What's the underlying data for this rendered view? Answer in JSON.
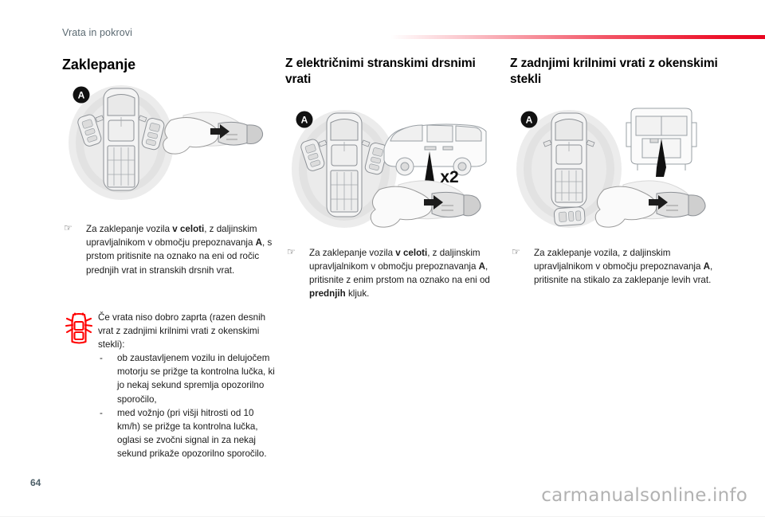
{
  "header": {
    "breadcrumb": "Vrata in pokrovi",
    "rule_color": "#ed122a"
  },
  "columns": {
    "left": {
      "title": "Zaklepanje",
      "figure": {
        "badge": "A",
        "name": "top-view-vehicle-with-two-key-fobs-and-hand-on-door-handle"
      },
      "bullet_icon": "☞",
      "paragraph": {
        "p1": "Za zaklepanje vozila ",
        "b1": "v celoti",
        "p2": ", z daljinskim upravljalnikom v območju prepoznavanja ",
        "b2": "A",
        "p3": ", s prstom pritisnite na oznako na eni od ročic prednjih vrat in stranskih drsnih vrat."
      }
    },
    "mid": {
      "title": "Z električnimi stranskimi drsnimi vrati",
      "figure": {
        "badge": "A",
        "multiplier_label": "x2",
        "name": "top-view-vehicle-side-view-van-and-hand-pressing-handle-twice"
      },
      "bullet_icon": "☞",
      "paragraph": {
        "p1": "Za zaklepanje vozila ",
        "b1": "v celoti",
        "p2": ", z daljinskim upravljalnikom v območju prepoznavanja ",
        "b2": "A",
        "p3": ", pritisnite z enim prstom na oznako na eni od ",
        "b3": "prednjih",
        "p4": " kljuk."
      }
    },
    "right": {
      "title": "Z zadnjimi krilnimi vrati z okenskimi stekli",
      "figure": {
        "badge": "A",
        "name": "top-view-vehicle-rear-view-van-and-hand-pressing-handle"
      },
      "bullet_icon": "☞",
      "paragraph": {
        "p1": "Za zaklepanje vozila, z daljinskim upravljalnikom v območju prepoznavanja ",
        "b1": "A",
        "p2": ", pritisnite na stikalo za zaklepanje levih vrat."
      }
    }
  },
  "warning": {
    "icon_name": "open-doors-warning-icon",
    "icon_color": "#ff0000",
    "intro": "Če vrata niso dobro zaprta (razen desnih vrat z zadnjimi krilnimi vrati z okenskimi stekli):",
    "dash": "-",
    "items": [
      "ob zaustavljenem vozilu in delujočem motorju se prižge ta kontrolna lučka, ki jo nekaj sekund spremlja opozorilno sporočilo,",
      "med vožnjo (pri višji hitrosti od 10 km/h) se prižge ta kontrolna lučka, oglasi se zvočni signal in za nekaj sekund prikaže opozorilno sporočilo."
    ]
  },
  "footer": {
    "page_number": "64",
    "watermark": "carmanualsonline.info"
  }
}
